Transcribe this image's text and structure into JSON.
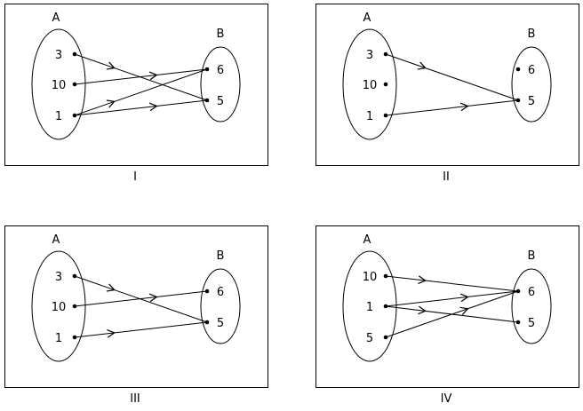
{
  "panels": [
    {
      "caption": "I",
      "set_a_label": "A",
      "set_b_label": "B",
      "a": [
        "3",
        "10",
        "1"
      ],
      "b": [
        "6",
        "5"
      ],
      "mappings": [
        [
          "3",
          "5"
        ],
        [
          "10",
          "6"
        ],
        [
          "1",
          "6"
        ],
        [
          "1",
          "5"
        ]
      ]
    },
    {
      "caption": "II",
      "set_a_label": "A",
      "set_b_label": "B",
      "a": [
        "3",
        "10",
        "1"
      ],
      "b": [
        "6",
        "5"
      ],
      "mappings": [
        [
          "3",
          "5"
        ],
        [
          "1",
          "5"
        ]
      ]
    },
    {
      "caption": "III",
      "set_a_label": "A",
      "set_b_label": "B",
      "a": [
        "3",
        "10",
        "1"
      ],
      "b": [
        "6",
        "5"
      ],
      "mappings": [
        [
          "3",
          "5"
        ],
        [
          "10",
          "6"
        ],
        [
          "1",
          "5"
        ]
      ]
    },
    {
      "caption": "IV",
      "set_a_label": "A",
      "set_b_label": "B",
      "a": [
        "10",
        "1",
        "5"
      ],
      "b": [
        "6",
        "5"
      ],
      "mappings": [
        [
          "10",
          "6"
        ],
        [
          "1",
          "6"
        ],
        [
          "1",
          "5"
        ],
        [
          "5",
          "6"
        ]
      ]
    }
  ]
}
